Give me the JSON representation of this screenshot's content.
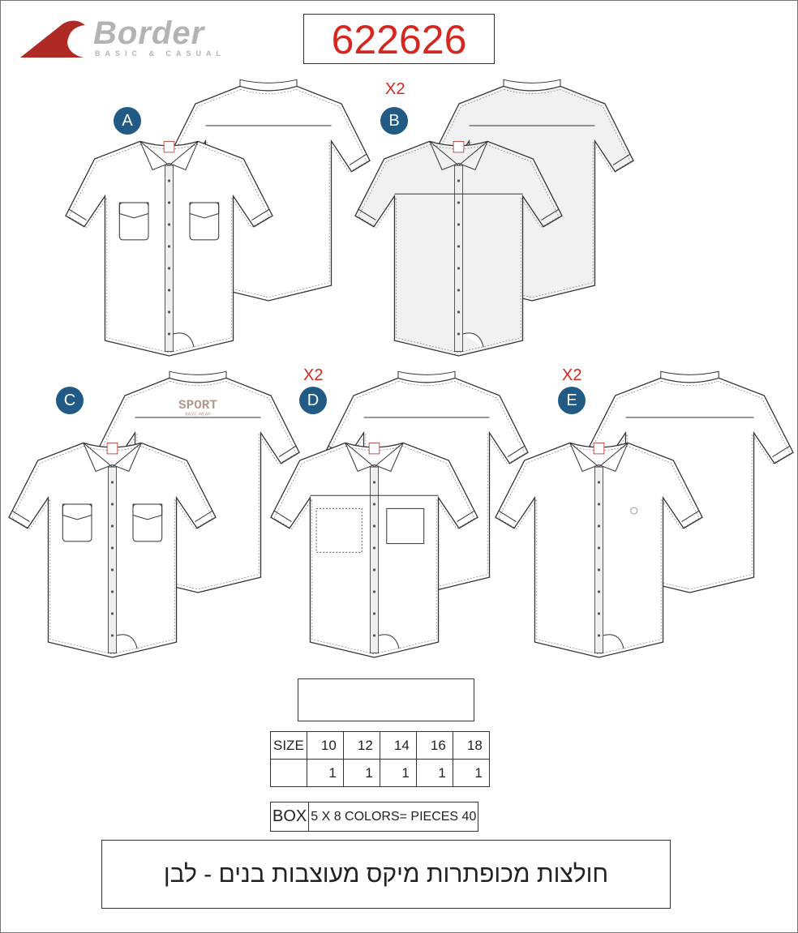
{
  "brand": {
    "name": "Border",
    "tagline": "BASIC & CASUAL",
    "accent": "#b02a25"
  },
  "product_code": "622626",
  "variants": [
    {
      "label": "A",
      "qty": ""
    },
    {
      "label": "B",
      "qty": "X2"
    },
    {
      "label": "C",
      "qty": ""
    },
    {
      "label": "D",
      "qty": "X2"
    },
    {
      "label": "E",
      "qty": "X2"
    }
  ],
  "back_print": {
    "line1": "SPORT",
    "line2": "BASIC WEAR"
  },
  "size_table": {
    "header_label": "SIZE",
    "sizes": [
      "10",
      "12",
      "14",
      "16",
      "18"
    ],
    "quantities": [
      "1",
      "1",
      "1",
      "1",
      "1"
    ]
  },
  "box": {
    "label": "BOX",
    "value": "5 X 8 COLORS= PIECES 40"
  },
  "description": "חולצות מכופתרות מיקס מעוצבות בנים - לבן",
  "colors": {
    "badge": "#215a85",
    "red": "#d7261e"
  }
}
